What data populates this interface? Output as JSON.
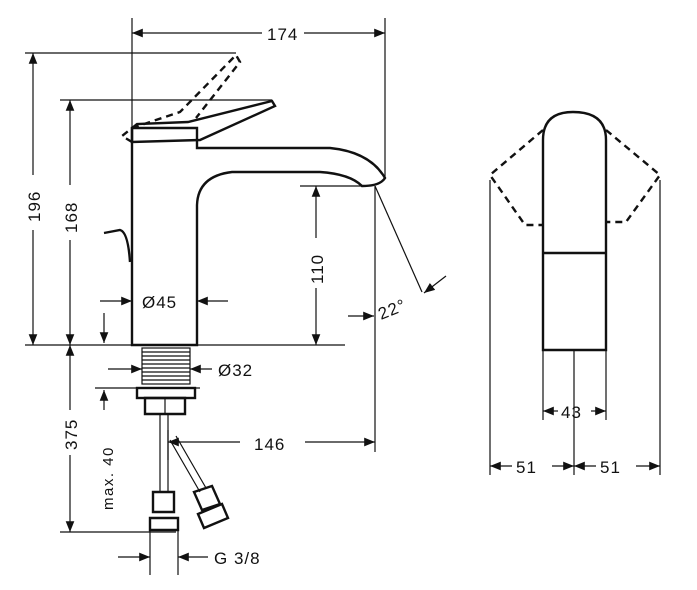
{
  "dimensions": {
    "total_width": "174",
    "total_height": "196",
    "body_height": "168",
    "spout_height": "110",
    "body_diameter": "Ø45",
    "thread_diameter": "Ø32",
    "angle": "22°",
    "depth_below": "375",
    "max_thickness": "max. 40",
    "spout_reach": "146",
    "connection": "G 3/8",
    "handle_width": "43",
    "swing_left": "51",
    "swing_right": "51"
  }
}
